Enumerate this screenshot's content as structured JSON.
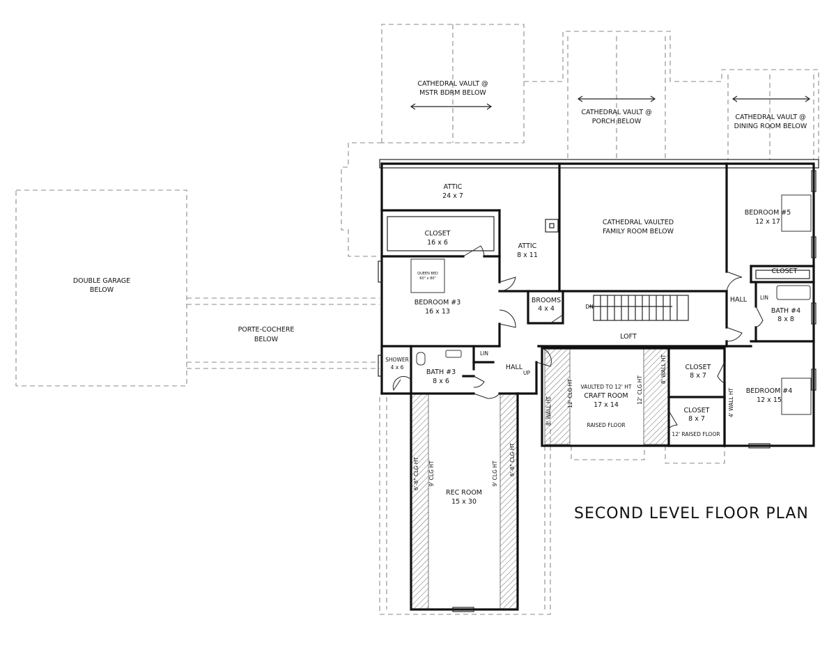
{
  "title": "SECOND LEVEL FLOOR PLAN",
  "rooms": {
    "vault_mstr_line1": "CATHEDRAL VAULT @",
    "vault_mstr_line2": "MSTR BDRM BELOW",
    "vault_porch_line1": "CATHEDRAL VAULT @",
    "vault_porch_line2": "PORCH BELOW",
    "vault_dining_line1": "CATHEDRAL VAULT @",
    "vault_dining_line2": "DINING ROOM BELOW",
    "attic1_name": "ATTIC",
    "attic1_dim": "24 x 7",
    "attic2_name": "ATTIC",
    "attic2_dim": "8 x 11",
    "family_line1": "CATHEDRAL VAULTED",
    "family_line2": "FAMILY ROOM BELOW",
    "bedroom5_name": "BEDROOM #5",
    "bedroom5_dim": "12 x 17",
    "closet_b5": "CLOSET",
    "closet1_name": "CLOSET",
    "closet1_dim": "16 x 6",
    "bedroom3_name": "BEDROOM #3",
    "bedroom3_dim": "16 x 13",
    "brooms_name": "BROOMS",
    "brooms_dim": "4 x 4",
    "dn": "DN",
    "hall_right": "HALL",
    "lin_right": "LIN",
    "bath4_name": "BATH #4",
    "bath4_dim": "8 x 8",
    "loft": "LOFT",
    "garage_line1": "DOUBLE GARAGE",
    "garage_line2": "BELOW",
    "porte_line1": "PORTE-COCHERE",
    "porte_line2": "BELOW",
    "shower_name": "SHOWER",
    "shower_dim": "4 x 6",
    "bath3_name": "BATH #3",
    "bath3_dim": "8 x 6",
    "lin_left": "LIN",
    "hall_left": "HALL",
    "up": "UP",
    "craft_note": "VAULTED TO 12' HT",
    "craft_name": "CRAFT ROOM",
    "craft_dim": "17 x 14",
    "raised_floor": "RAISED FLOOR",
    "closet2_name": "CLOSET",
    "closet2_dim": "8 x 7",
    "closet3_name": "CLOSET",
    "closet3_dim": "8 x 7",
    "raised_floor_12": "12' RAISED FLOOR",
    "bedroom4_name": "BEDROOM #4",
    "bedroom4_dim": "12 x 15",
    "rec_name": "REC ROOM",
    "rec_dim": "15 x 30",
    "ht_8_wall": "8' WALL HT",
    "ht_12_clg": "12' CLG HT",
    "ht_4_wall": "4' WALL HT",
    "ht_68_clg": "6'-8\" CLG HT",
    "ht_9_clg": "9' CLG HT",
    "bed_label": "QUEEN BED",
    "bed_dim": "60\" x 80\""
  }
}
